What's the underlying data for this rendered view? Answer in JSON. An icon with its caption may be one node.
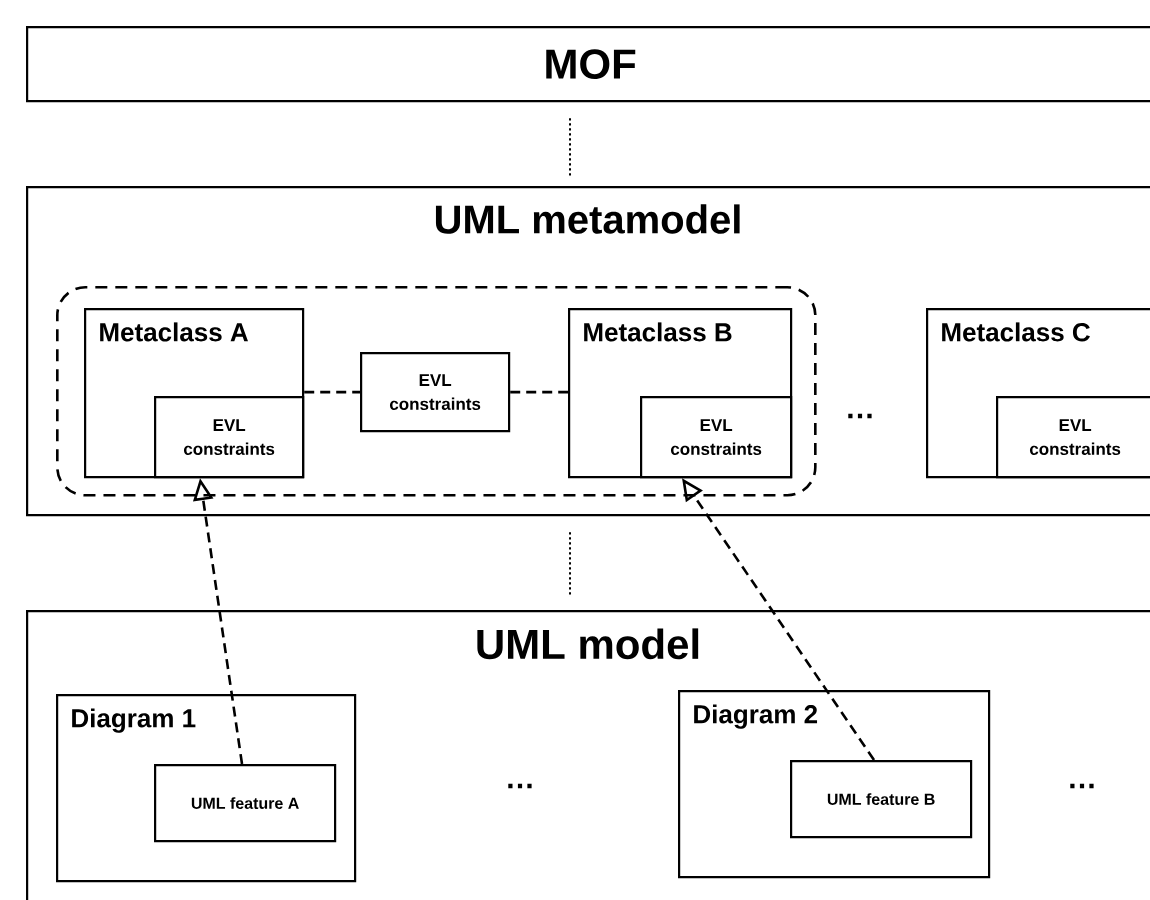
{
  "diagram": {
    "nodes": [
      {
        "text": [
          "MOF"
        ]
      },
      {
        "text": [
          "UML metamodel"
        ]
      },
      {
        "text": [],
        "shape": "box",
        "in": 1
      },
      {
        "text": [
          "Metaclass A"
        ],
        "in": 2
      },
      {
        "text": [
          "EVL constraints"
        ],
        "in": 3
      },
      {
        "text": [
          "EVL constraints"
        ],
        "in": 2
      },
      {
        "text": [
          "Metaclass B"
        ],
        "in": 2
      },
      {
        "text": [
          "EVL constraints"
        ],
        "in": 6
      },
      {
        "text": [
          "Metaclass C"
        ],
        "in": 1
      },
      {
        "text": [
          "EVL constraints"
        ],
        "in": 8
      },
      {
        "text": [
          "UML model"
        ]
      },
      {
        "text": [
          "Diagram 1"
        ],
        "in": 10
      },
      {
        "text": [
          "UML feature A"
        ],
        "in": 11
      },
      {
        "text": [
          "Diagram 2"
        ],
        "in": 10
      },
      {
        "text": [
          "UML feature B"
        ],
        "in": 13
      }
    ],
    "edges": [
      {
        "from": 0,
        "to": 1,
        "arrow": "none",
        "style": "dashed"
      },
      {
        "from": 1,
        "to": 10,
        "arrow": "none",
        "style": "dashed"
      },
      {
        "from": 3,
        "to": 5,
        "arrow": "none",
        "style": "dashed"
      },
      {
        "from": 5,
        "to": 6,
        "arrow": "none",
        "style": "dashed"
      },
      {
        "from": 12,
        "to": 4,
        "arrow": "to",
        "style": "dashed"
      },
      {
        "from": 14,
        "to": 7,
        "arrow": "to",
        "style": "dashed"
      }
    ],
    "labels": [
      "…",
      "…",
      "…"
    ]
  }
}
